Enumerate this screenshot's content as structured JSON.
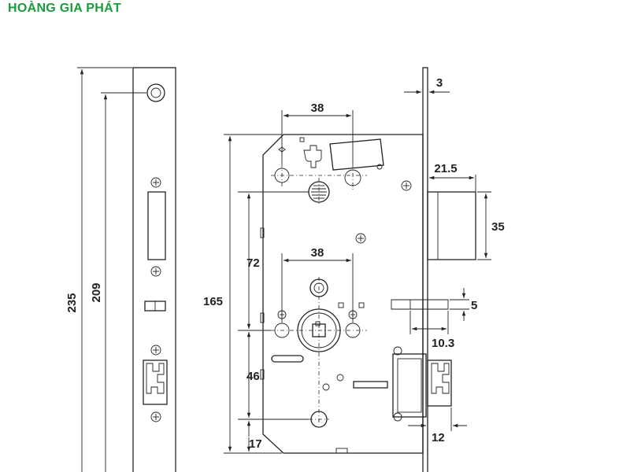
{
  "brand": {
    "name": "HOÀNG GIA PHÁT",
    "color": "#1a9b3c"
  },
  "dimensions": {
    "total_height": "235",
    "hole_span": "209",
    "body_height": "165",
    "upper_offset": "72",
    "lower_offset": "46",
    "bottom_offset": "17",
    "top_spacing": "38",
    "mid_spacing": "38",
    "faceplate_thickness": "3",
    "latch_projection": "21.5",
    "latch_height": "35",
    "slot_height": "5",
    "slot_depth": "10.3",
    "deadbolt_offset": "12"
  }
}
